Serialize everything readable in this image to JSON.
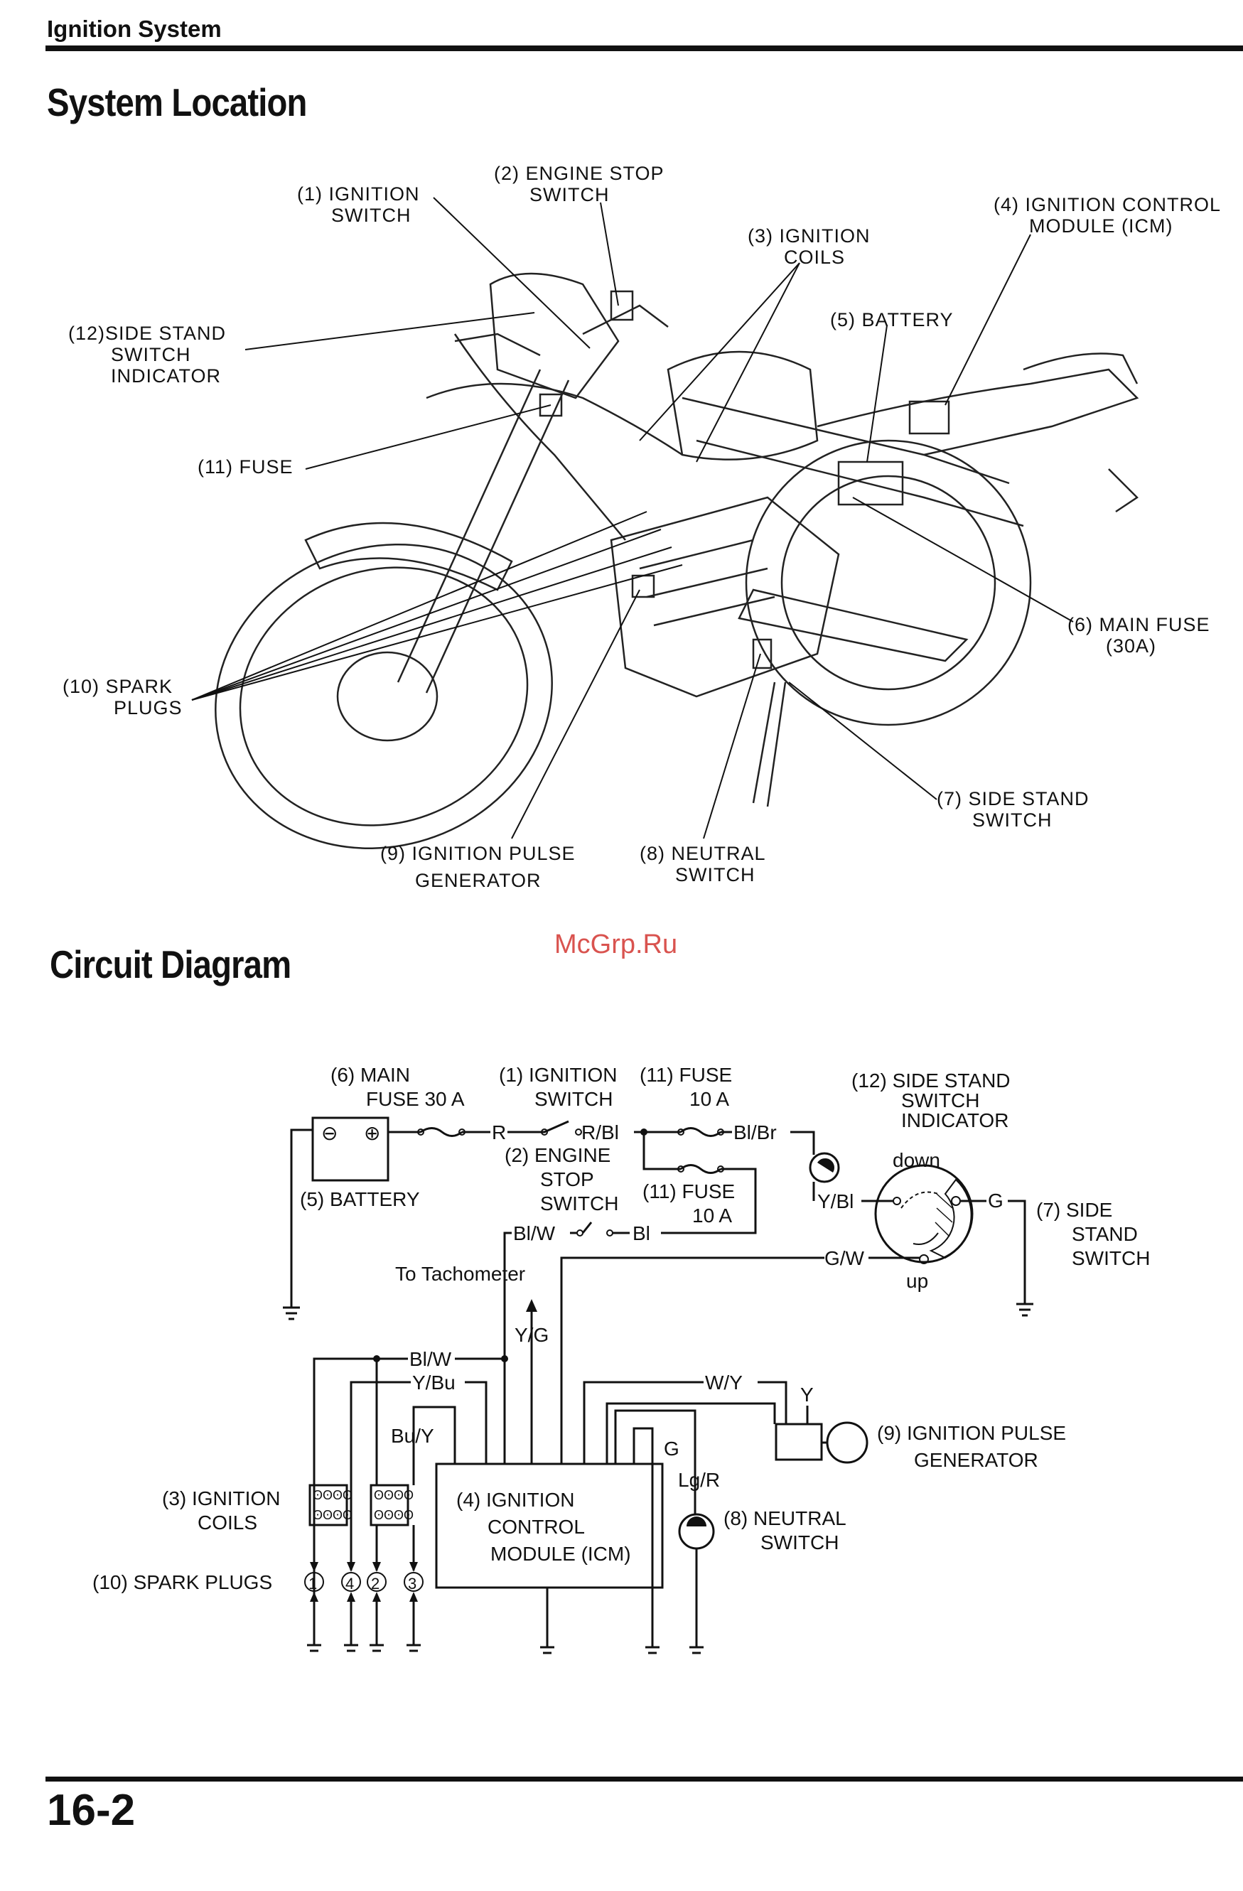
{
  "header": {
    "section": "Ignition System"
  },
  "location_section": {
    "title": "System Location",
    "labels": {
      "c1": [
        "(1) IGNITION",
        "SWITCH"
      ],
      "c2": [
        "(2) ENGINE STOP",
        "SWITCH"
      ],
      "c3": [
        "(3) IGNITION",
        "COILS"
      ],
      "c4": [
        "(4) IGNITION CONTROL",
        "MODULE (ICM)"
      ],
      "c5": [
        "(5) BATTERY"
      ],
      "c6": [
        "(6) MAIN FUSE",
        "(30A)"
      ],
      "c7": [
        "(7) SIDE STAND",
        "SWITCH"
      ],
      "c8": [
        "(8) NEUTRAL",
        "SWITCH"
      ],
      "c9": [
        "(9) IGNITION PULSE",
        "GENERATOR"
      ],
      "c10": [
        "(10) SPARK",
        "PLUGS"
      ],
      "c11": [
        "(11) FUSE"
      ],
      "c12": [
        "(12)SIDE STAND",
        "SWITCH",
        "INDICATOR"
      ]
    }
  },
  "watermark": "McGrp.Ru",
  "circuit_section": {
    "title": "Circuit Diagram",
    "labels": {
      "main_fuse": [
        "(6) MAIN",
        "FUSE 30 A"
      ],
      "ign_switch": [
        "(1) IGNITION",
        "SWITCH"
      ],
      "fuse_top": [
        "(11) FUSE",
        "10 A"
      ],
      "indicator": [
        "(12) SIDE STAND",
        "SWITCH",
        "INDICATOR"
      ],
      "battery": "(5) BATTERY",
      "engine_stop": [
        "(2) ENGINE",
        "STOP",
        "SWITCH"
      ],
      "fuse_bottom": [
        "(11) FUSE",
        "10 A"
      ],
      "side_stand": [
        "(7) SIDE",
        "STAND",
        "SWITCH"
      ],
      "tachometer": "To Tachometer",
      "coils": [
        "(3) IGNITION",
        "COILS"
      ],
      "icm": [
        "(4) IGNITION",
        "CONTROL",
        "MODULE (ICM)"
      ],
      "pulse_gen": [
        "(9) IGNITION PULSE",
        "GENERATOR"
      ],
      "neutral": [
        "(8) NEUTRAL",
        "SWITCH"
      ],
      "spark_plugs": "(10) SPARK PLUGS",
      "down": "down",
      "up": "up"
    },
    "wires": {
      "r": "R",
      "r_bl": "R/Bl",
      "bl_br": "Bl/Br",
      "y_bl": "Y/Bl",
      "g": "G",
      "bl_w": "Bl/W",
      "bl": "Bl",
      "g_w": "G/W",
      "y_g": "Y/G",
      "bl_w2": "Bl/W",
      "y_bu": "Y/Bu",
      "bu_y": "Bu/Y",
      "w_y": "W/Y",
      "y": "Y",
      "g2": "G",
      "lg_r": "Lg/R"
    },
    "plug_numbers": [
      "1",
      "4",
      "2",
      "3"
    ]
  },
  "footer": {
    "page": "16-2"
  }
}
